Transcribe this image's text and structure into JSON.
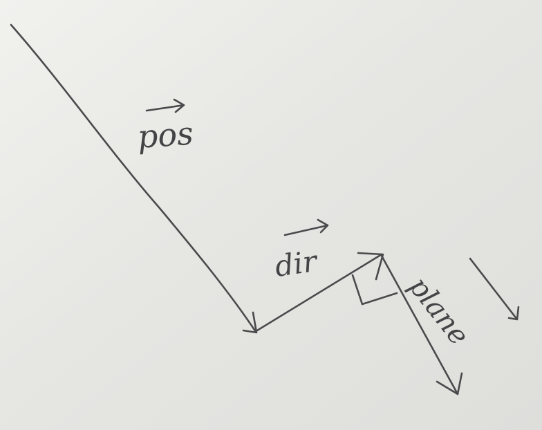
{
  "labels": {
    "pos": "pos",
    "dir": "dir",
    "plane": "plane"
  },
  "colors": {
    "paper": "#e9e9e6",
    "paper_shadow": "#dcdcd9",
    "pencil": "#4a4a4c"
  }
}
